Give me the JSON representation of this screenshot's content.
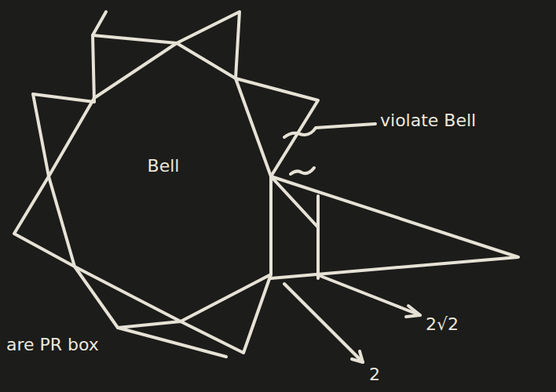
{
  "diagram": {
    "nodes": [
      {
        "text": [
          "Bell"
        ]
      }
    ],
    "labels": [
      "violate Bell",
      "2√2",
      "2",
      "are PR box"
    ]
  }
}
